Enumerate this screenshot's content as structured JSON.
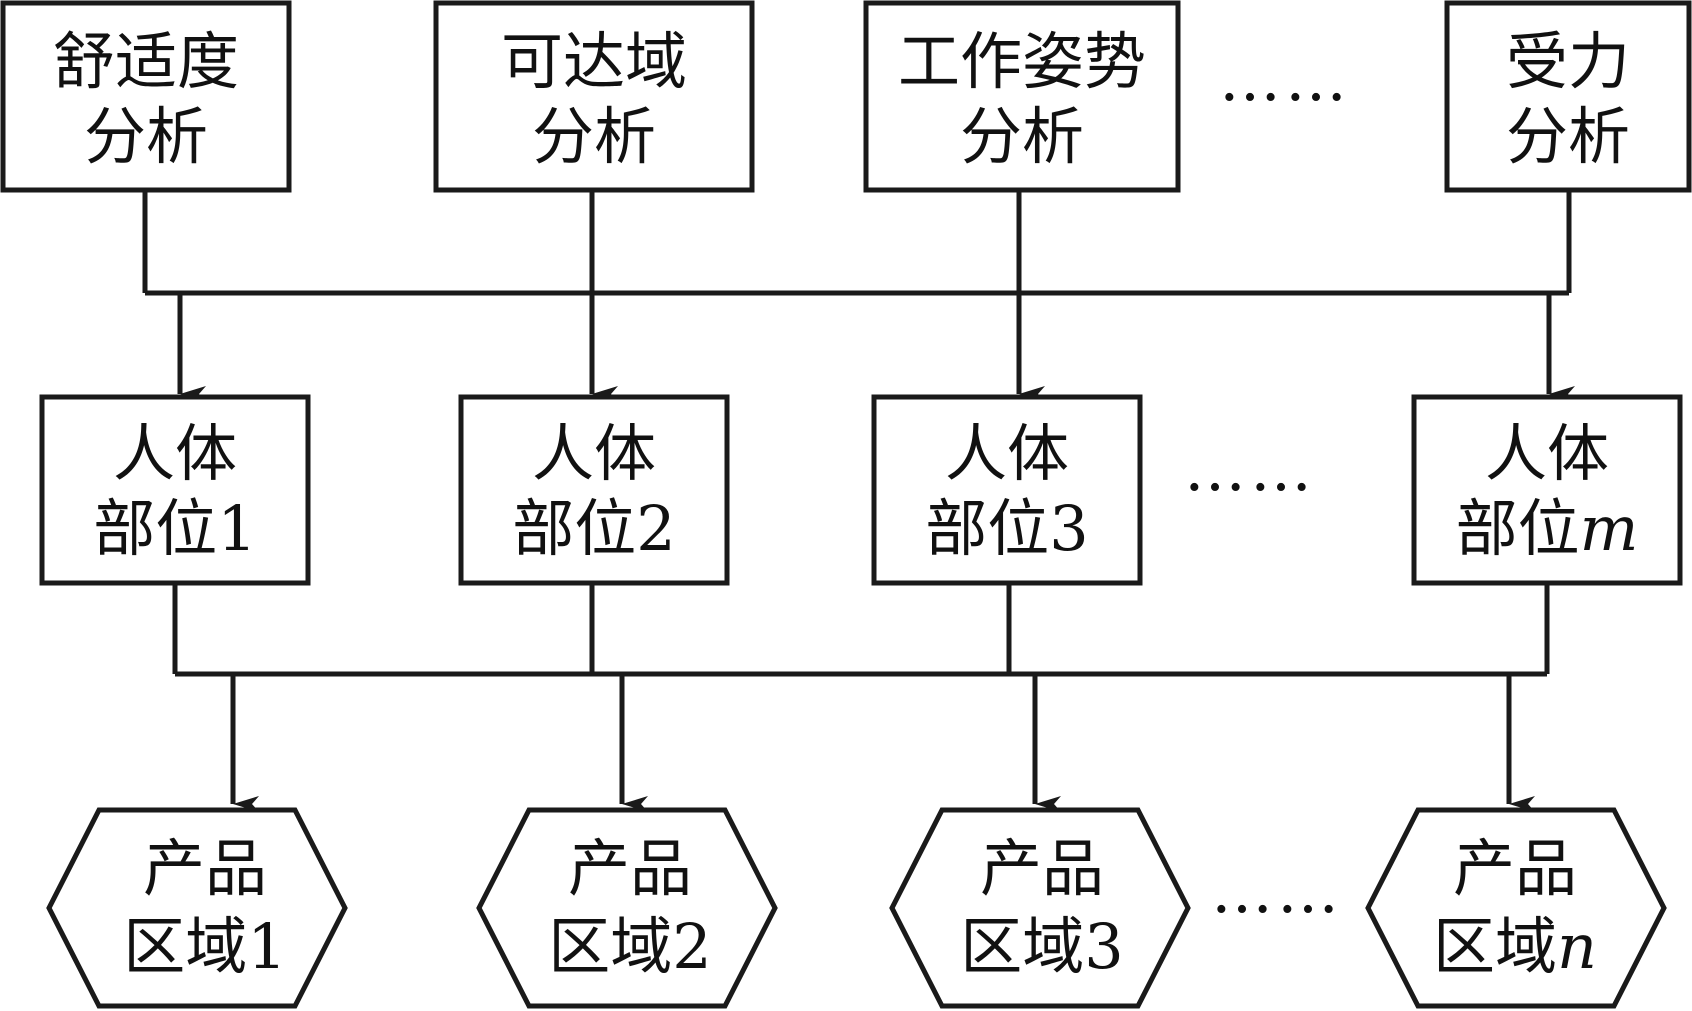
{
  "analyses": [
    {
      "line1": "舒适度",
      "line2": "分析"
    },
    {
      "line1": "可达域",
      "line2": "分析"
    },
    {
      "line1": "工作姿势",
      "line2": "分析"
    },
    {
      "line1": "受力",
      "line2": "分析"
    }
  ],
  "parts": [
    {
      "line1": "人体",
      "line2_text": "部位",
      "line2_suffix": "1"
    },
    {
      "line1": "人体",
      "line2_text": "部位",
      "line2_suffix": "2"
    },
    {
      "line1": "人体",
      "line2_text": "部位",
      "line2_suffix": "3"
    },
    {
      "line1": "人体",
      "line2_text": "部位",
      "line2_suffix": "m"
    }
  ],
  "regions": [
    {
      "line1": "产品",
      "line2_text": "区域",
      "line2_suffix": "1"
    },
    {
      "line1": "产品",
      "line2_text": "区域",
      "line2_suffix": "2"
    },
    {
      "line1": "产品",
      "line2_text": "区域",
      "line2_suffix": "3"
    },
    {
      "line1": "产品",
      "line2_text": "区域",
      "line2_suffix": "n"
    }
  ],
  "ellipsis": "……"
}
